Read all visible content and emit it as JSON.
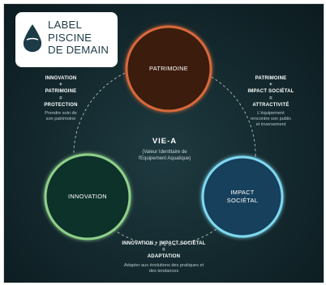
{
  "logo": {
    "icon": "water-drop-icon",
    "lines": [
      "LABEL",
      "PISCINE",
      "DE DEMAIN"
    ]
  },
  "center": {
    "title": "VIE-A",
    "subtitle_lines": [
      "(Valeur Identitaire de",
      "l'Equipement Aquatique)"
    ]
  },
  "circles": {
    "patrimoine": {
      "label": "PATRIMOINE",
      "color": "#d8693a",
      "fill": "#3a1d10"
    },
    "innovation": {
      "label": "INNOVATION",
      "color": "#8fd08a",
      "fill": "#10322a"
    },
    "impact": {
      "label_lines": [
        "IMPACT",
        "SOCIÉTAL"
      ],
      "color": "#7fd8f0",
      "fill": "#163f5c"
    }
  },
  "blocks": {
    "left": {
      "formula": [
        "INNOVATION",
        "+",
        "PATRIMOINE",
        "=",
        "PROTECTION"
      ],
      "desc": [
        "Prendre soin de",
        "son patrimoine"
      ]
    },
    "right": {
      "formula": [
        "PATRIMOINE",
        "+",
        "IMPACT SOCIÉTAL",
        "=",
        "ATTRACTIVITÉ"
      ],
      "desc": [
        "L'équipement",
        "rencontre son public",
        "et inversement"
      ]
    },
    "bottom": {
      "formula": [
        "INNOVATION + IMPACT SOCIÉTAL",
        "=",
        "ADAPTATION"
      ],
      "desc": [
        "Adapter aux évolutions des pratiques et",
        "des tendances"
      ]
    }
  }
}
